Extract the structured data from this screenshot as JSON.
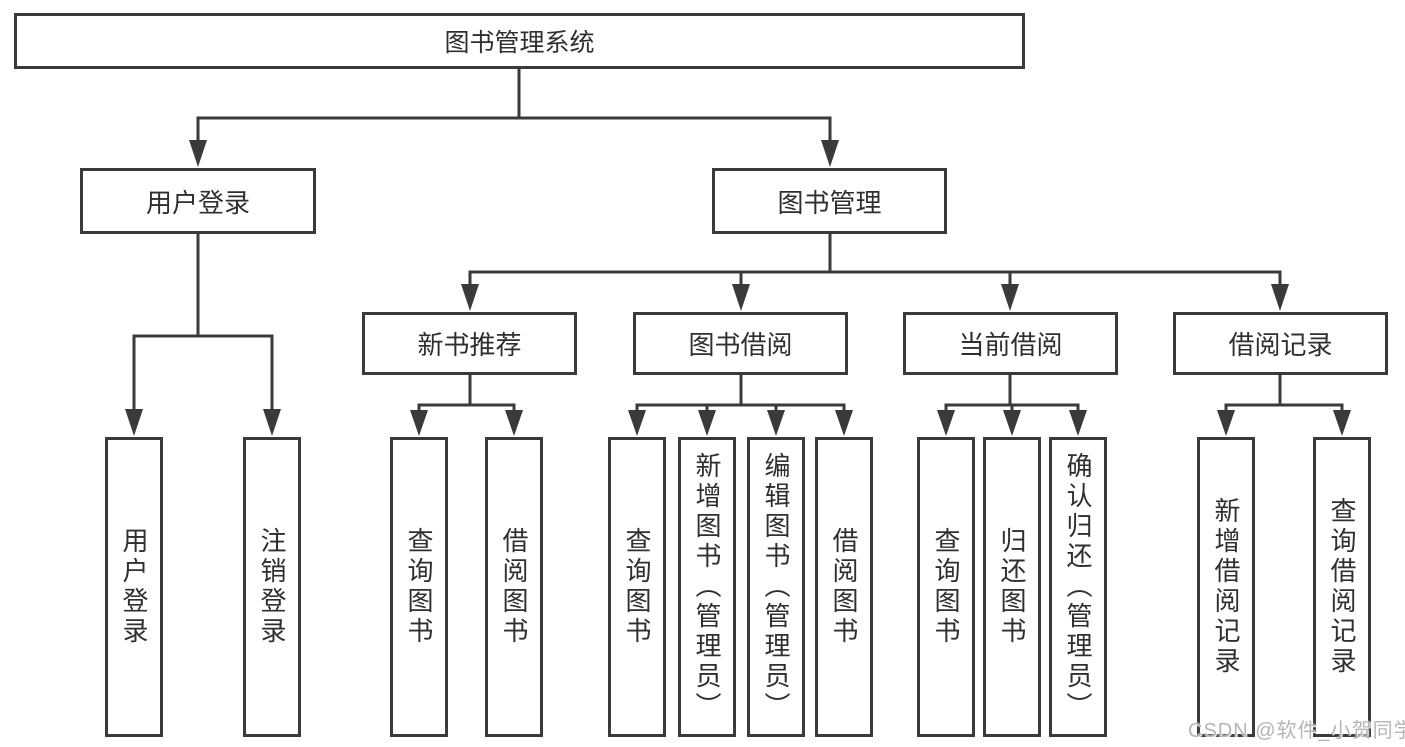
{
  "colors": {
    "line": "#3a3a3a",
    "box_border": "#3a3a3a",
    "text": "#2f2f2f",
    "watermark": "#b5b5b5",
    "background": "#ffffff"
  },
  "tree": {
    "root": {
      "label": "图书管理系统"
    },
    "children": [
      {
        "label": "用户登录",
        "children": [
          {
            "label": "用户登录"
          },
          {
            "label": "注销登录"
          }
        ]
      },
      {
        "label": "图书管理",
        "children": [
          {
            "label": "新书推荐",
            "children": [
              {
                "label": "查询图书"
              },
              {
                "label": "借阅图书"
              }
            ]
          },
          {
            "label": "图书借阅",
            "children": [
              {
                "label": "查询图书"
              },
              {
                "label": "新增图书（管理员）"
              },
              {
                "label": "编辑图书（管理员）"
              },
              {
                "label": "借阅图书"
              }
            ]
          },
          {
            "label": "当前借阅",
            "children": [
              {
                "label": "查询图书"
              },
              {
                "label": "归还图书"
              },
              {
                "label": "确认归还（管理员）"
              }
            ]
          },
          {
            "label": "借阅记录",
            "children": [
              {
                "label": "新增借阅记录"
              },
              {
                "label": "查询借阅记录"
              }
            ]
          }
        ]
      }
    ]
  },
  "watermark": {
    "text": "CSDN @软件_小贺同学"
  }
}
